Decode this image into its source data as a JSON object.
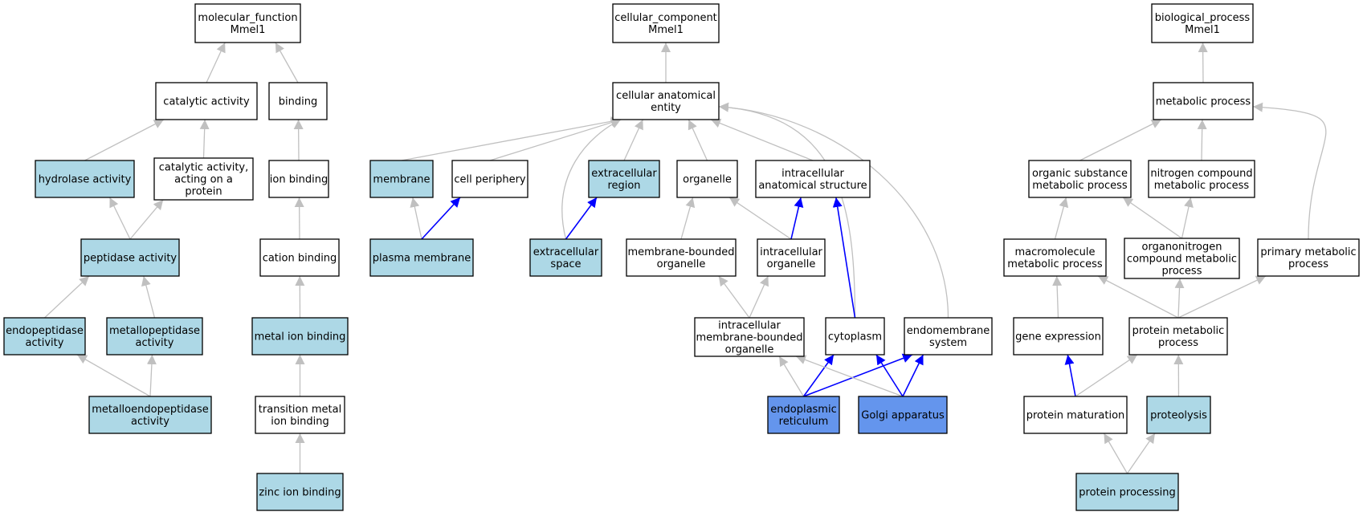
{
  "colors": {
    "default_fill": "#ffffff",
    "annotated_fill": "#add8e6",
    "highlight_fill": "#6495ed",
    "edge_gray": "#c0c0c0",
    "edge_blue": "#0000ff",
    "node_border": "#000000"
  },
  "nodes": [
    {
      "id": "mf_root",
      "lines": [
        "molecular_function",
        "Mmel1"
      ],
      "fill": "default"
    },
    {
      "id": "catalytic",
      "lines": [
        "catalytic activity"
      ],
      "fill": "default"
    },
    {
      "id": "binding",
      "lines": [
        "binding"
      ],
      "fill": "default"
    },
    {
      "id": "hydrolase",
      "lines": [
        "hydrolase activity"
      ],
      "fill": "annotated"
    },
    {
      "id": "cat_protein",
      "lines": [
        "catalytic activity,",
        "acting on a",
        "protein"
      ],
      "fill": "default"
    },
    {
      "id": "ion_binding",
      "lines": [
        "ion binding"
      ],
      "fill": "default"
    },
    {
      "id": "peptidase",
      "lines": [
        "peptidase activity"
      ],
      "fill": "annotated"
    },
    {
      "id": "cation_binding",
      "lines": [
        "cation binding"
      ],
      "fill": "default"
    },
    {
      "id": "endopeptidase",
      "lines": [
        "endopeptidase",
        "activity"
      ],
      "fill": "annotated"
    },
    {
      "id": "metallopeptidase",
      "lines": [
        "metallopeptidase",
        "activity"
      ],
      "fill": "annotated"
    },
    {
      "id": "metal_ion",
      "lines": [
        "metal ion binding"
      ],
      "fill": "annotated"
    },
    {
      "id": "metalloendo",
      "lines": [
        "metalloendopeptidase",
        "activity"
      ],
      "fill": "annotated"
    },
    {
      "id": "transition_metal",
      "lines": [
        "transition metal",
        "ion binding"
      ],
      "fill": "default"
    },
    {
      "id": "zinc",
      "lines": [
        "zinc ion binding"
      ],
      "fill": "annotated"
    },
    {
      "id": "cc_root",
      "lines": [
        "cellular_component",
        "Mmel1"
      ],
      "fill": "default"
    },
    {
      "id": "cae",
      "lines": [
        "cellular anatomical",
        "entity"
      ],
      "fill": "default"
    },
    {
      "id": "membrane",
      "lines": [
        "membrane"
      ],
      "fill": "annotated"
    },
    {
      "id": "cell_periphery",
      "lines": [
        "cell periphery"
      ],
      "fill": "default"
    },
    {
      "id": "extracellular_region",
      "lines": [
        "extracellular",
        "region"
      ],
      "fill": "annotated"
    },
    {
      "id": "organelle",
      "lines": [
        "organelle"
      ],
      "fill": "default"
    },
    {
      "id": "intracellular_struct",
      "lines": [
        "intracellular",
        "anatomical structure"
      ],
      "fill": "default"
    },
    {
      "id": "plasma_membrane",
      "lines": [
        "plasma membrane"
      ],
      "fill": "annotated"
    },
    {
      "id": "extracellular_space",
      "lines": [
        "extracellular",
        "space"
      ],
      "fill": "annotated"
    },
    {
      "id": "mb_organelle",
      "lines": [
        "membrane-bounded",
        "organelle"
      ],
      "fill": "default"
    },
    {
      "id": "ic_organelle",
      "lines": [
        "intracellular",
        "organelle"
      ],
      "fill": "default"
    },
    {
      "id": "icmb_organelle",
      "lines": [
        "intracellular",
        "membrane-bounded",
        "organelle"
      ],
      "fill": "default"
    },
    {
      "id": "cytoplasm",
      "lines": [
        "cytoplasm"
      ],
      "fill": "default"
    },
    {
      "id": "endomembrane",
      "lines": [
        "endomembrane",
        "system"
      ],
      "fill": "default"
    },
    {
      "id": "er",
      "lines": [
        "endoplasmic",
        "reticulum"
      ],
      "fill": "highlight"
    },
    {
      "id": "golgi",
      "lines": [
        "Golgi apparatus"
      ],
      "fill": "highlight"
    },
    {
      "id": "bp_root",
      "lines": [
        "biological_process",
        "Mmel1"
      ],
      "fill": "default"
    },
    {
      "id": "metabolic",
      "lines": [
        "metabolic process"
      ],
      "fill": "default"
    },
    {
      "id": "organic_sub",
      "lines": [
        "organic substance",
        "metabolic process"
      ],
      "fill": "default"
    },
    {
      "id": "nitrogen_comp",
      "lines": [
        "nitrogen compound",
        "metabolic process"
      ],
      "fill": "default"
    },
    {
      "id": "macromolecule",
      "lines": [
        "macromolecule",
        "metabolic process"
      ],
      "fill": "default"
    },
    {
      "id": "organonitrogen",
      "lines": [
        "organonitrogen",
        "compound metabolic",
        "process"
      ],
      "fill": "default"
    },
    {
      "id": "primary_met",
      "lines": [
        "primary metabolic",
        "process"
      ],
      "fill": "default"
    },
    {
      "id": "gene_expr",
      "lines": [
        "gene expression"
      ],
      "fill": "default"
    },
    {
      "id": "protein_met",
      "lines": [
        "protein metabolic",
        "process"
      ],
      "fill": "default"
    },
    {
      "id": "protein_maturation",
      "lines": [
        "protein maturation"
      ],
      "fill": "default"
    },
    {
      "id": "proteolysis",
      "lines": [
        "proteolysis"
      ],
      "fill": "annotated"
    },
    {
      "id": "protein_processing",
      "lines": [
        "protein processing"
      ],
      "fill": "annotated"
    }
  ],
  "edges": [
    {
      "from": "catalytic",
      "to": "mf_root",
      "color": "gray"
    },
    {
      "from": "binding",
      "to": "mf_root",
      "color": "gray"
    },
    {
      "from": "hydrolase",
      "to": "catalytic",
      "color": "gray"
    },
    {
      "from": "cat_protein",
      "to": "catalytic",
      "color": "gray"
    },
    {
      "from": "ion_binding",
      "to": "binding",
      "color": "gray"
    },
    {
      "from": "peptidase",
      "to": "hydrolase",
      "color": "gray"
    },
    {
      "from": "peptidase",
      "to": "cat_protein",
      "color": "gray"
    },
    {
      "from": "cation_binding",
      "to": "ion_binding",
      "color": "gray"
    },
    {
      "from": "endopeptidase",
      "to": "peptidase",
      "color": "gray"
    },
    {
      "from": "metallopeptidase",
      "to": "peptidase",
      "color": "gray"
    },
    {
      "from": "metal_ion",
      "to": "cation_binding",
      "color": "gray"
    },
    {
      "from": "metalloendo",
      "to": "endopeptidase",
      "color": "gray"
    },
    {
      "from": "metalloendo",
      "to": "metallopeptidase",
      "color": "gray"
    },
    {
      "from": "transition_metal",
      "to": "metal_ion",
      "color": "gray"
    },
    {
      "from": "zinc",
      "to": "transition_metal",
      "color": "gray"
    },
    {
      "from": "cae",
      "to": "cc_root",
      "color": "gray"
    },
    {
      "from": "membrane",
      "to": "cae",
      "color": "gray"
    },
    {
      "from": "cell_periphery",
      "to": "cae",
      "color": "gray"
    },
    {
      "from": "extracellular_region",
      "to": "cae",
      "color": "gray"
    },
    {
      "from": "extracellular_space",
      "to": "cae",
      "color": "gray",
      "curve": "left"
    },
    {
      "from": "organelle",
      "to": "cae",
      "color": "gray"
    },
    {
      "from": "intracellular_struct",
      "to": "cae",
      "color": "gray"
    },
    {
      "from": "cytoplasm",
      "to": "cae",
      "color": "gray",
      "curve": "right"
    },
    {
      "from": "endomembrane",
      "to": "cae",
      "color": "gray",
      "curve": "right"
    },
    {
      "from": "plasma_membrane",
      "to": "membrane",
      "color": "gray"
    },
    {
      "from": "plasma_membrane",
      "to": "cell_periphery",
      "color": "blue"
    },
    {
      "from": "extracellular_space",
      "to": "extracellular_region",
      "color": "blue"
    },
    {
      "from": "mb_organelle",
      "to": "organelle",
      "color": "gray"
    },
    {
      "from": "ic_organelle",
      "to": "organelle",
      "color": "gray"
    },
    {
      "from": "ic_organelle",
      "to": "intracellular_struct",
      "color": "blue"
    },
    {
      "from": "cytoplasm",
      "to": "intracellular_struct",
      "color": "blue"
    },
    {
      "from": "icmb_organelle",
      "to": "mb_organelle",
      "color": "gray"
    },
    {
      "from": "icmb_organelle",
      "to": "ic_organelle",
      "color": "gray"
    },
    {
      "from": "er",
      "to": "icmb_organelle",
      "color": "gray"
    },
    {
      "from": "er",
      "to": "cytoplasm",
      "color": "blue"
    },
    {
      "from": "er",
      "to": "endomembrane",
      "color": "blue"
    },
    {
      "from": "golgi",
      "to": "icmb_organelle",
      "color": "gray"
    },
    {
      "from": "golgi",
      "to": "cytoplasm",
      "color": "blue"
    },
    {
      "from": "golgi",
      "to": "endomembrane",
      "color": "blue"
    },
    {
      "from": "metabolic",
      "to": "bp_root",
      "color": "gray"
    },
    {
      "from": "organic_sub",
      "to": "metabolic",
      "color": "gray"
    },
    {
      "from": "nitrogen_comp",
      "to": "metabolic",
      "color": "gray"
    },
    {
      "from": "primary_met",
      "to": "metabolic",
      "color": "gray",
      "curve": "right"
    },
    {
      "from": "macromolecule",
      "to": "organic_sub",
      "color": "gray"
    },
    {
      "from": "organonitrogen",
      "to": "organic_sub",
      "color": "gray"
    },
    {
      "from": "organonitrogen",
      "to": "nitrogen_comp",
      "color": "gray"
    },
    {
      "from": "gene_expr",
      "to": "macromolecule",
      "color": "gray"
    },
    {
      "from": "protein_met",
      "to": "macromolecule",
      "color": "gray"
    },
    {
      "from": "protein_met",
      "to": "organonitrogen",
      "color": "gray"
    },
    {
      "from": "protein_met",
      "to": "primary_met",
      "color": "gray"
    },
    {
      "from": "protein_maturation",
      "to": "gene_expr",
      "color": "blue"
    },
    {
      "from": "protein_maturation",
      "to": "protein_met",
      "color": "gray"
    },
    {
      "from": "proteolysis",
      "to": "protein_met",
      "color": "gray"
    },
    {
      "from": "protein_processing",
      "to": "protein_maturation",
      "color": "gray"
    },
    {
      "from": "protein_processing",
      "to": "proteolysis",
      "color": "gray"
    }
  ]
}
